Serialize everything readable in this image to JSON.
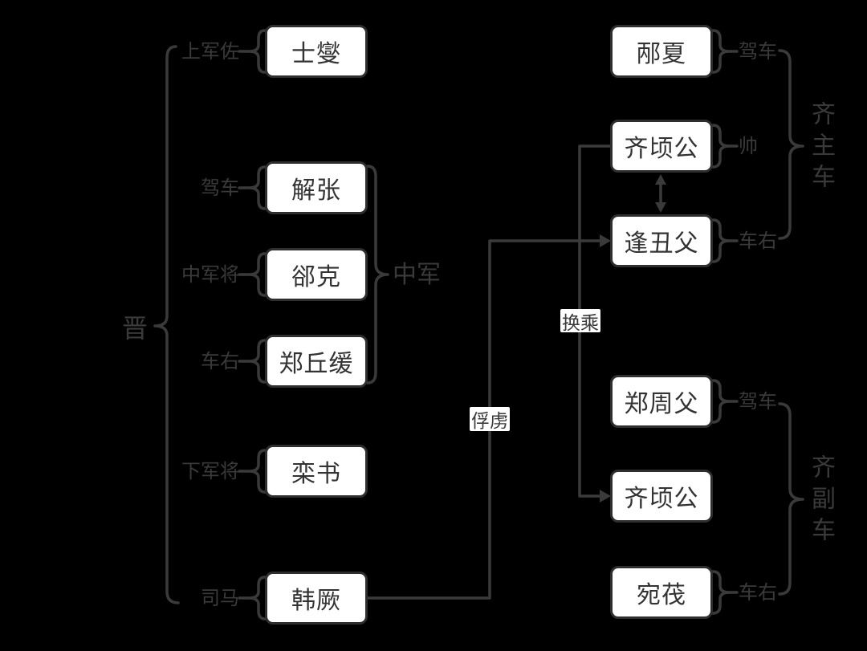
{
  "colors": {
    "background": "#000000",
    "box_fill": "#ffffff",
    "box_border": "#2e2e2e",
    "line": "#3a3a3a",
    "text": "#3a3a3a"
  },
  "jin_group": {
    "label": "晋",
    "middle_army_label": "中军",
    "members": [
      {
        "role": "上军佐",
        "name": "士燮"
      },
      {
        "role": "驾车",
        "name": "解张"
      },
      {
        "role": "中军将",
        "name": "郤克"
      },
      {
        "role": "车右",
        "name": "郑丘缓"
      },
      {
        "role": "下军将",
        "name": "栾书"
      },
      {
        "role": "司马",
        "name": "韩厥"
      }
    ]
  },
  "qi_main_chariot": {
    "label": "齐主车",
    "members": [
      {
        "name": "邴夏",
        "role": "驾车"
      },
      {
        "name": "齐顷公",
        "role": "帅"
      },
      {
        "name": "逢丑父",
        "role": "车右"
      }
    ]
  },
  "qi_deputy_chariot": {
    "label": "齐副车",
    "members": [
      {
        "name": "郑周父",
        "role": "驾车"
      },
      {
        "name": "齐顷公",
        "role": ""
      },
      {
        "name": "宛茷",
        "role": "车右"
      }
    ]
  },
  "relations": [
    {
      "label": "俘虏",
      "from": "韩厥",
      "to": "逢丑父",
      "type": "arrow"
    },
    {
      "label": "换乘",
      "from": "齐顷公",
      "to": "齐顷公(副车)",
      "type": "arrow"
    },
    {
      "label": "",
      "from": "齐顷公",
      "to": "逢丑父",
      "type": "double-arrow"
    }
  ]
}
